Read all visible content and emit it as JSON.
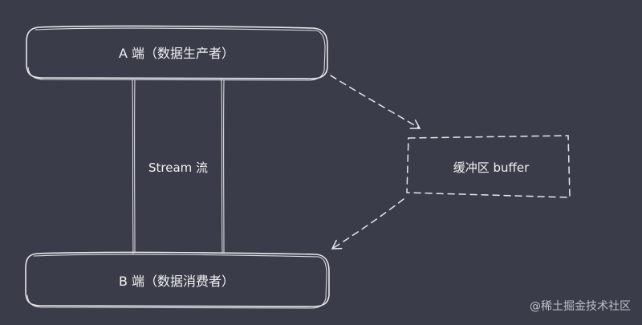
{
  "nodes": {
    "producer": {
      "label": "A 端（数据生产者）"
    },
    "consumer": {
      "label": "B 端（数据消费者）"
    },
    "buffer": {
      "label": "缓冲区 buffer"
    }
  },
  "edges": {
    "stream": {
      "label": "Stream 流"
    }
  },
  "watermark": "@稀土掘金技术社区",
  "colors": {
    "background": "#3a3c49",
    "stroke": "#e6e6ea",
    "text": "#f2f2f5"
  }
}
